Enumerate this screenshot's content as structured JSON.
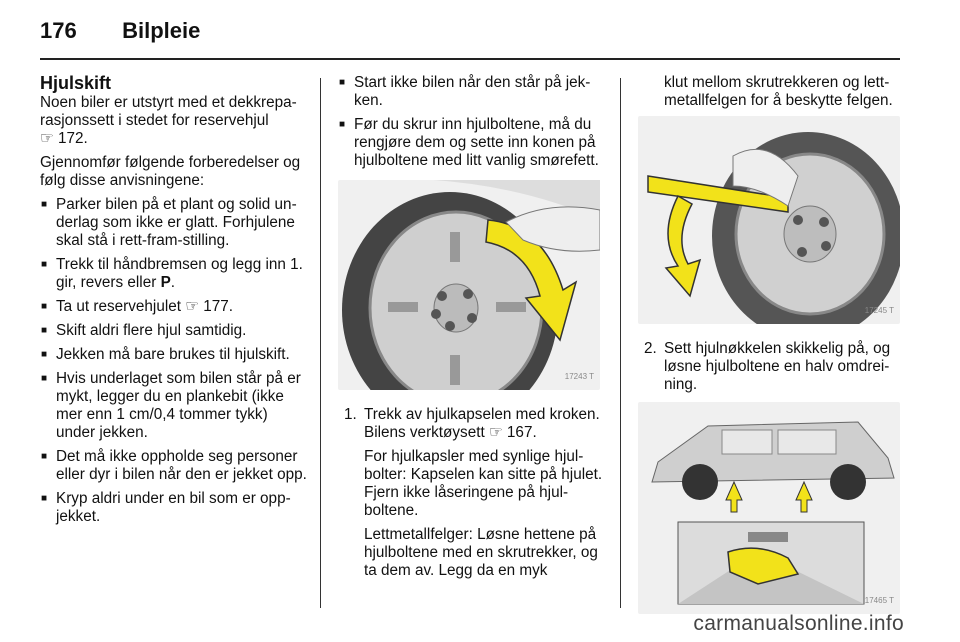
{
  "header": {
    "page_number": "176",
    "section": "Bilpleie"
  },
  "col1": {
    "heading": "Hjulskift",
    "intro": "Noen biler er utstyrt med et dekkrepa­rasjonssett i stedet for reservehjul",
    "intro_ref": "☞ 172.",
    "prep": "Gjennomfør følgende forberedelser og følg disse anvisningene:",
    "bullets": [
      "Parker bilen på et plant og solid un­derlag som ikke er glatt. Forhjulene skal stå i rett-fram-stilling.",
      "Trekk til håndbremsen og legg inn 1. gir, revers eller P.",
      "Ta ut reservehjulet ☞ 177.",
      "Skift aldri flere hjul samtidig.",
      "Jekken må bare brukes til hjulskift.",
      "Hvis underlaget som bilen står på er mykt, legger du en plankebit (ikke mer enn 1 cm/0,4 tommer tykk) under jekken.",
      "Det må ikke oppholde seg personer eller dyr i bilen når den er jekket opp.",
      "Kryp aldri under en bil som er opp­jekket."
    ]
  },
  "col2": {
    "bullets": [
      "Start ikke bilen når den står på jek­ken.",
      "Før du skrur inn hjulboltene, må du rengjøre dem og sette inn konen på hjulboltene med litt vanlig smøre­fett."
    ],
    "figure_no": "17243 T",
    "step1": "Trekk av hjulkapselen med kro­ken. Bilens verktøysett ☞ 167.",
    "step1_num": "1.",
    "para1": "For hjulkapsler med synlige hjul­bolter: Kapselen kan sitte på hju­let. Fjern ikke låseringene på hjul­boltene.",
    "para2": "Lettmetallfelger: Løsne hettene på hjulboltene med en skrutrek­ker, og ta dem av. Legg da en myk"
  },
  "col3": {
    "cont": "klut mellom skrutrekkeren og lett­metallfelgen for å beskytte felgen.",
    "figure1_no": "17245 T",
    "step2_num": "2.",
    "step2": "Sett hjulnøkkelen skikkelig på, og løsne hjulboltene en halv omdrei­ning.",
    "figure2_no": "17465 T"
  },
  "watermark": "carmanualsonline.info",
  "colors": {
    "arrow": "#f2e21a",
    "line": "#222222"
  }
}
